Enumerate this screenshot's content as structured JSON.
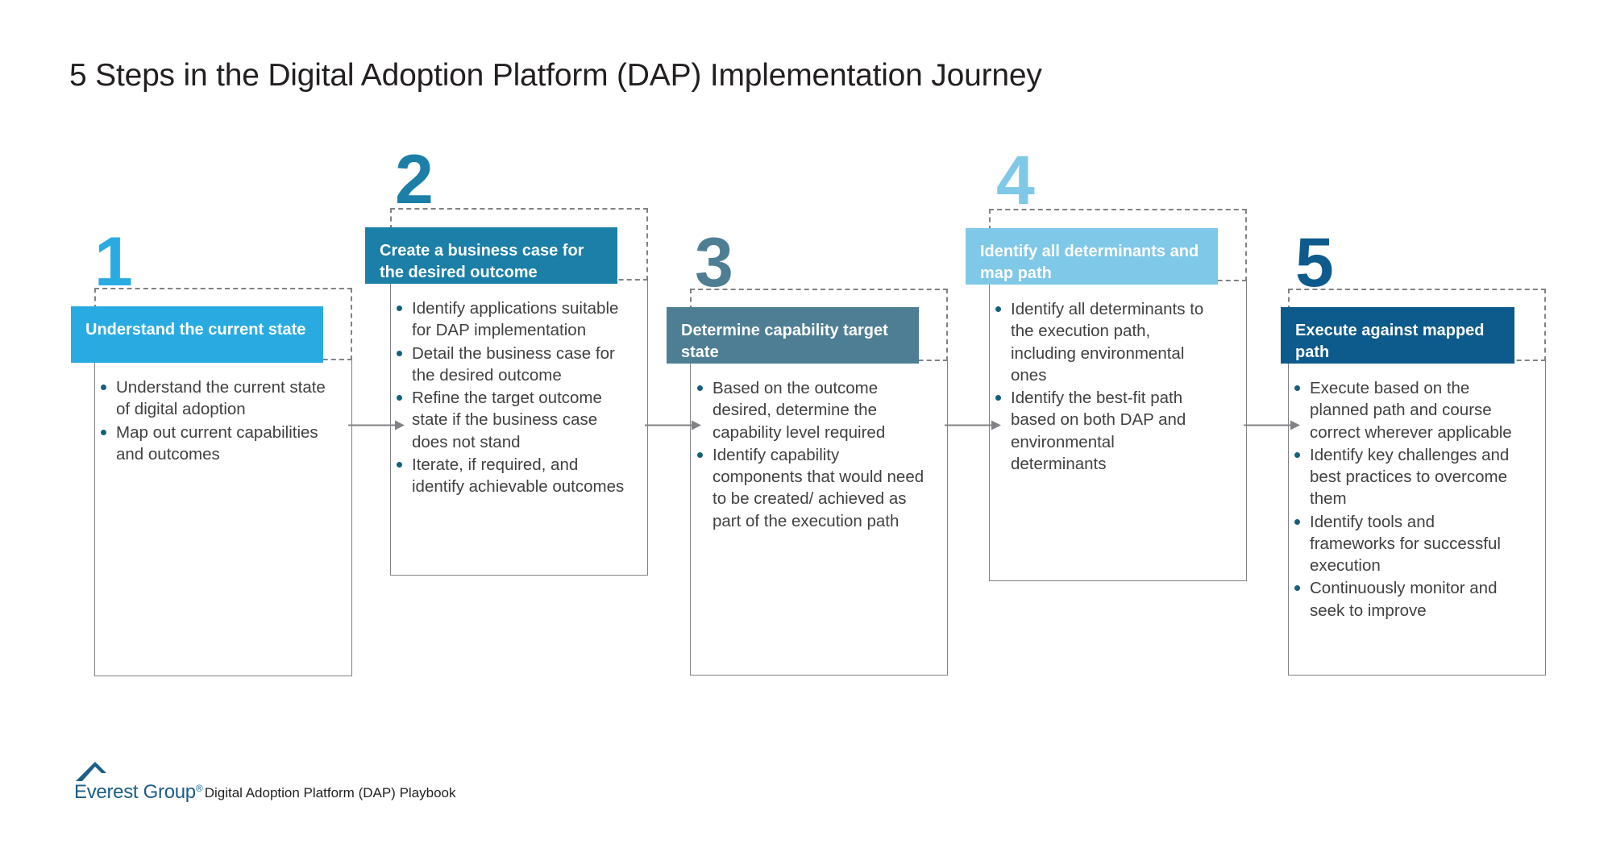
{
  "title": "5 Steps in the Digital Adoption Platform (DAP) Implementation Journey",
  "colors": {
    "step1": "#29ABE2",
    "step2": "#1B7FA8",
    "step3": "#4E7E94",
    "step4": "#7FC8E8",
    "step5": "#0D5A8C",
    "bullet": "#15607a",
    "text": "#414042",
    "dashed_border": "#808285",
    "solid_border": "#808285",
    "brand": "#1b5e86"
  },
  "steps": [
    {
      "number": "1",
      "header": "Understand the current state",
      "bullets": [
        "Understand the current state of digital adoption",
        "Map out current capabilities and outcomes"
      ]
    },
    {
      "number": "2",
      "header": "Create a business case for the desired outcome",
      "bullets": [
        "Identify applications suitable for DAP implementation",
        "Detail the business case for the desired outcome",
        "Refine the target outcome state if the business case does not stand",
        "Iterate, if required, and identify achievable outcomes"
      ]
    },
    {
      "number": "3",
      "header": "Determine capability target state",
      "bullets": [
        "Based on the outcome desired, determine the capability level required",
        "Identify capability components that would need to be created/ achieved as part of the execution path"
      ]
    },
    {
      "number": "4",
      "header": "Identify all determinants and map path",
      "bullets": [
        "Identify all determinants to the execution path, including environmental ones",
        "Identify the best-fit path based on both DAP and environmental determinants"
      ]
    },
    {
      "number": "5",
      "header": "Execute against mapped path",
      "bullets": [
        "Execute based on the planned path and course correct wherever applicable",
        "Identify key challenges and best practices to overcome them",
        "Identify tools and frameworks for successful execution",
        "Continuously monitor and seek to improve"
      ]
    }
  ],
  "footer": {
    "logo_text": "Everest Group",
    "registered_mark": "®",
    "caption": "Digital Adoption Platform (DAP) Playbook"
  }
}
